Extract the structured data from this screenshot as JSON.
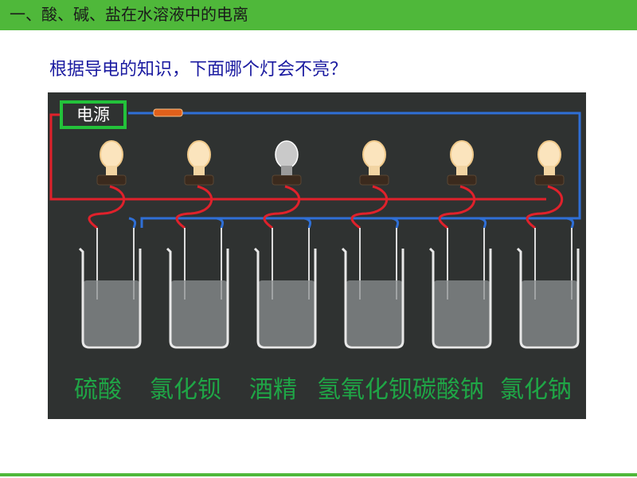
{
  "header": {
    "title": "一、酸、碱、盐在水溶液中的电离"
  },
  "question": "根据导电的知识，下面哪个灯会不亮？",
  "diagram": {
    "power_label": "电源",
    "substances": [
      "硫酸",
      "氯化钡",
      "酒精",
      "氢氧化钡",
      "碳酸钠",
      "氯化钠"
    ],
    "colors": {
      "background": "#2f3231",
      "wire_red": "#e0212b",
      "wire_blue": "#2f6fd6",
      "power_border": "#23c23a",
      "label_green": "#1fa646"
    }
  }
}
